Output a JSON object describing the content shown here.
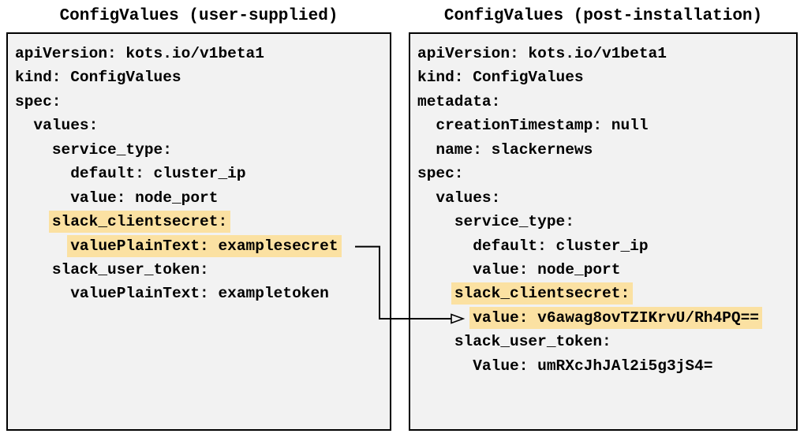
{
  "left_panel": {
    "title": "ConfigValues (user-supplied)",
    "lines": [
      {
        "indent": "",
        "text": "apiVersion: kots.io/v1beta1"
      },
      {
        "indent": "",
        "text": "kind: ConfigValues"
      },
      {
        "indent": "",
        "text": "spec:"
      },
      {
        "indent": "  ",
        "text": "values:"
      },
      {
        "indent": "    ",
        "text": "service_type:"
      },
      {
        "indent": "      ",
        "text": "default: cluster_ip"
      },
      {
        "indent": "      ",
        "text": "value: node_port"
      },
      {
        "indent": "    ",
        "text": "slack_clientsecret:",
        "highlighted": true
      },
      {
        "indent": "      ",
        "text": "valuePlainText: examplesecret",
        "highlighted": true
      },
      {
        "indent": "    ",
        "text": "slack_user_token:"
      },
      {
        "indent": "      ",
        "text": "valuePlainText: exampletoken"
      }
    ]
  },
  "right_panel": {
    "title": "ConfigValues (post-installation)",
    "lines": [
      {
        "indent": "",
        "text": "apiVersion: kots.io/v1beta1"
      },
      {
        "indent": "",
        "text": "kind: ConfigValues"
      },
      {
        "indent": "",
        "text": "metadata:"
      },
      {
        "indent": "  ",
        "text": "creationTimestamp: null"
      },
      {
        "indent": "  ",
        "text": "name: slackernews"
      },
      {
        "indent": "",
        "text": "spec:"
      },
      {
        "indent": "  ",
        "text": "values:"
      },
      {
        "indent": "    ",
        "text": "service_type:"
      },
      {
        "indent": "      ",
        "text": "default: cluster_ip"
      },
      {
        "indent": "      ",
        "text": "value: node_port"
      },
      {
        "indent": "    ",
        "text": "slack_clientsecret:",
        "highlighted": true
      },
      {
        "indent": "      ",
        "text": "value: v6awag8ovTZIKrvU/Rh4PQ==",
        "highlighted": true
      },
      {
        "indent": "    ",
        "text": "slack_user_token:"
      },
      {
        "indent": "      ",
        "text": "Value: umRXcJhJAl2i5g3jS4="
      }
    ]
  },
  "arrow": {
    "from": "valuePlainText: examplesecret",
    "to": "value: v6awag8ovTZIKrvU/Rh4PQ=="
  },
  "colors": {
    "highlight": "#fbe1a2",
    "panel_background": "#f2f2f2",
    "border": "#000000"
  }
}
